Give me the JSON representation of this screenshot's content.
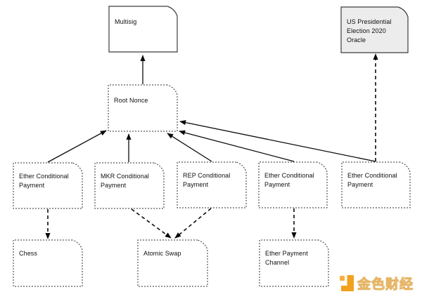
{
  "diagram": {
    "title": "",
    "nodes": {
      "multisig": {
        "label": "Multisig",
        "shape": "note",
        "border": "solid",
        "fill": "#ffffff"
      },
      "oracle": {
        "label": "US Presidential Election 2020 Oracle",
        "shape": "note",
        "border": "solid",
        "fill": "#ececec"
      },
      "root_nonce": {
        "label": "Root Nonce",
        "shape": "note",
        "border": "dashed",
        "fill": "#ffffff"
      },
      "ether_cp_1": {
        "label": "Ether Conditional Payment",
        "shape": "note",
        "border": "dashed",
        "fill": "#ffffff"
      },
      "mkr_cp": {
        "label": "MKR Conditional Payment",
        "shape": "note",
        "border": "dashed",
        "fill": "#ffffff"
      },
      "rep_cp": {
        "label": "REP Conditional Payment",
        "shape": "note",
        "border": "dashed",
        "fill": "#ffffff"
      },
      "ether_cp_2": {
        "label": "Ether Conditional Payment",
        "shape": "note",
        "border": "dashed",
        "fill": "#ffffff"
      },
      "ether_cp_3": {
        "label": "Ether Conditional Payment",
        "shape": "note",
        "border": "dashed",
        "fill": "#ffffff"
      },
      "chess": {
        "label": "Chess",
        "shape": "note",
        "border": "dashed",
        "fill": "#ffffff"
      },
      "atomic_swap": {
        "label": "Atomic Swap",
        "shape": "note",
        "border": "dashed",
        "fill": "#ffffff"
      },
      "payment_channel": {
        "label": "Ether Payment Channel",
        "shape": "note",
        "border": "dashed",
        "fill": "#ffffff"
      }
    },
    "edges": [
      {
        "from": "root_nonce",
        "to": "multisig",
        "style": "solid"
      },
      {
        "from": "ether_cp_1",
        "to": "root_nonce",
        "style": "solid"
      },
      {
        "from": "mkr_cp",
        "to": "root_nonce",
        "style": "solid"
      },
      {
        "from": "rep_cp",
        "to": "root_nonce",
        "style": "solid"
      },
      {
        "from": "ether_cp_2",
        "to": "root_nonce",
        "style": "solid"
      },
      {
        "from": "ether_cp_3",
        "to": "root_nonce",
        "style": "solid"
      },
      {
        "from": "ether_cp_3",
        "to": "oracle",
        "style": "dashed"
      },
      {
        "from": "ether_cp_1",
        "to": "chess",
        "style": "dashed"
      },
      {
        "from": "mkr_cp",
        "to": "atomic_swap",
        "style": "dashed"
      },
      {
        "from": "rep_cp",
        "to": "atomic_swap",
        "style": "dashed"
      },
      {
        "from": "ether_cp_2",
        "to": "payment_channel",
        "style": "dashed"
      }
    ]
  },
  "watermark": {
    "text": "金色财经",
    "icon_color": "#f0a21f",
    "icon_color_light": "#f6b13c",
    "text_color": "#e8c17a"
  }
}
